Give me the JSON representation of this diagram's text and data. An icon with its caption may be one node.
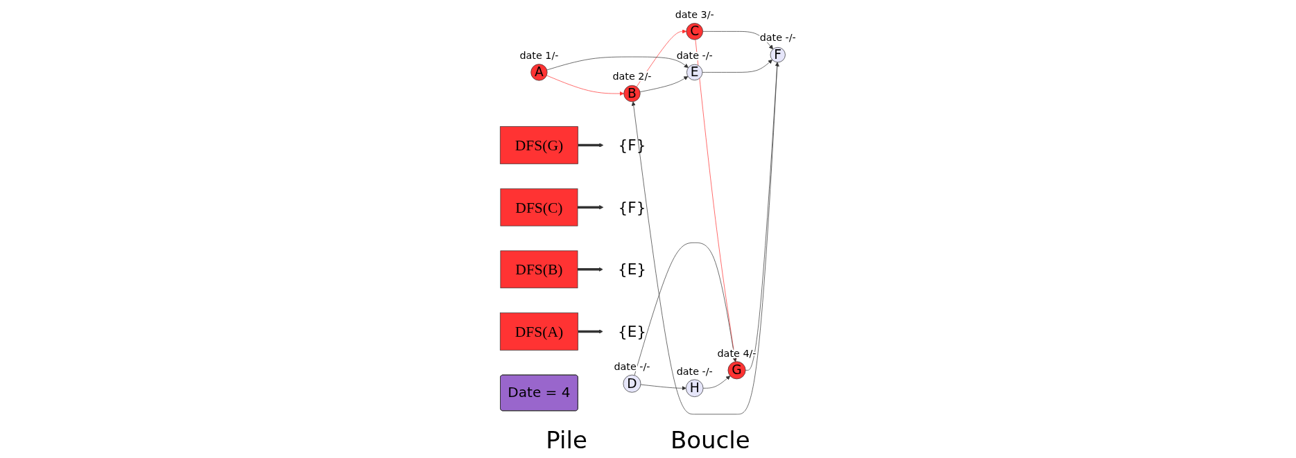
{
  "diagram": {
    "nodes": [
      {
        "text": [
          "A"
        ],
        "beside": [
          "date 1/-"
        ]
      },
      {
        "text": [
          "B"
        ],
        "beside": [
          "date 2/-"
        ]
      },
      {
        "text": [
          "C"
        ],
        "beside": [
          "date 3/-"
        ]
      },
      {
        "text": [
          "D"
        ],
        "beside": [
          "date -/-"
        ]
      },
      {
        "text": [
          "E"
        ],
        "beside": [
          "date -/-"
        ]
      },
      {
        "text": [
          "F"
        ],
        "beside": [
          "date -/-"
        ]
      },
      {
        "text": [
          "G"
        ],
        "beside": [
          "date 4/-"
        ]
      },
      {
        "text": [
          "H"
        ],
        "beside": [
          "date -/-"
        ]
      },
      {
        "text": [
          "DFS(G)"
        ]
      },
      {
        "text": [
          "{F}"
        ]
      },
      {
        "text": [
          "DFS(C)"
        ]
      },
      {
        "text": [
          "{F}"
        ]
      },
      {
        "text": [
          "DFS(B)"
        ]
      },
      {
        "text": [
          "{E}"
        ]
      },
      {
        "text": [
          "DFS(A)"
        ]
      },
      {
        "text": [
          "{E}"
        ]
      },
      {
        "text": [
          "Date = 4"
        ]
      }
    ],
    "edges": [
      {
        "from": 0,
        "to": 1,
        "arrow": "to",
        "color": "#ff3333"
      },
      {
        "from": 1,
        "to": 2,
        "arrow": "to",
        "color": "#ff3333"
      },
      {
        "from": 2,
        "to": 6,
        "arrow": "to",
        "color": "#ff3333"
      },
      {
        "from": 0,
        "to": 4,
        "arrow": "to"
      },
      {
        "from": 1,
        "to": 4,
        "arrow": "to"
      },
      {
        "from": 5,
        "to": 1,
        "arrow": "to"
      },
      {
        "from": 2,
        "to": 5,
        "arrow": "to"
      },
      {
        "from": 3,
        "to": 6,
        "arrow": "to"
      },
      {
        "from": 3,
        "to": 7,
        "arrow": "to"
      },
      {
        "from": 4,
        "to": 5,
        "arrow": "to"
      },
      {
        "from": 6,
        "to": 5,
        "arrow": "to"
      },
      {
        "from": 7,
        "to": 6,
        "arrow": "to"
      },
      {
        "from": 8,
        "to": 9,
        "arrow": "to",
        "style": "thick"
      },
      {
        "from": 10,
        "to": 11,
        "arrow": "to",
        "style": "thick"
      },
      {
        "from": 12,
        "to": 13,
        "arrow": "to",
        "style": "thick"
      },
      {
        "from": 14,
        "to": 15,
        "arrow": "to",
        "style": "thick"
      }
    ],
    "labels": [
      "Pile",
      "Boucle"
    ]
  }
}
